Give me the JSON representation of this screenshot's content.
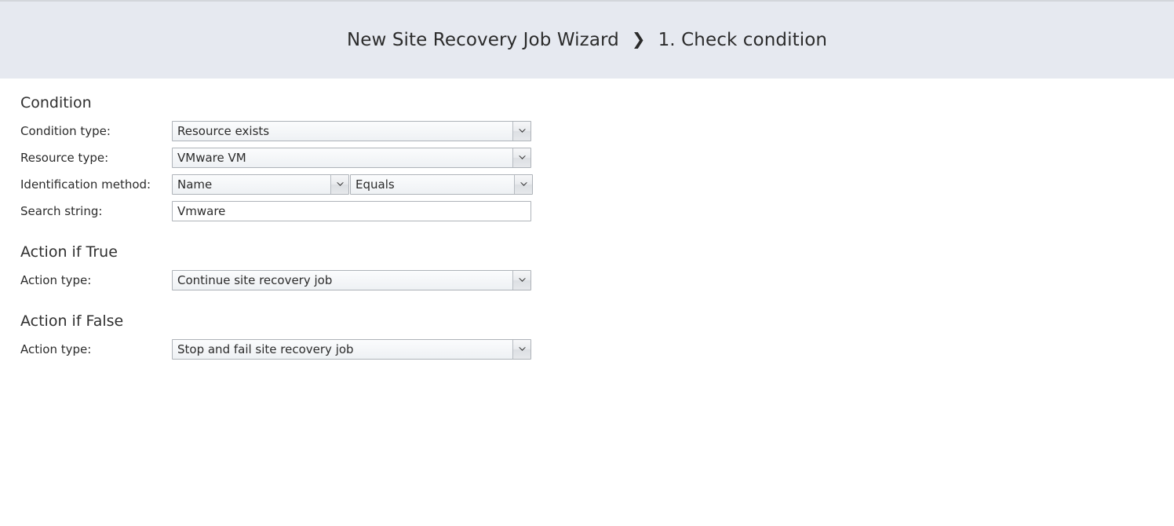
{
  "header": {
    "wizard_title": "New Site Recovery Job Wizard",
    "separator": "❯",
    "step_label": "1. Check condition"
  },
  "sections": {
    "condition": {
      "title": "Condition",
      "fields": {
        "condition_type": {
          "label": "Condition type:",
          "value": "Resource exists"
        },
        "resource_type": {
          "label": "Resource type:",
          "value": "VMware VM"
        },
        "identification_method": {
          "label": "Identification method:",
          "value": "Name",
          "operator_value": "Equals"
        },
        "search_string": {
          "label": "Search string:",
          "value": "Vmware",
          "placeholder": ""
        }
      }
    },
    "action_if_true": {
      "title": "Action if True",
      "fields": {
        "action_type": {
          "label": "Action type:",
          "value": "Continue site recovery job"
        }
      }
    },
    "action_if_false": {
      "title": "Action if False",
      "fields": {
        "action_type": {
          "label": "Action type:",
          "value": "Stop and fail site recovery job"
        }
      }
    }
  },
  "icons": {
    "dropdown_arrow": "chevron-down-icon"
  },
  "colors": {
    "header_background": "#e6e9f0",
    "body_background": "#ffffff",
    "text": "#2b2b2b",
    "field_border": "#aeb3b9"
  }
}
